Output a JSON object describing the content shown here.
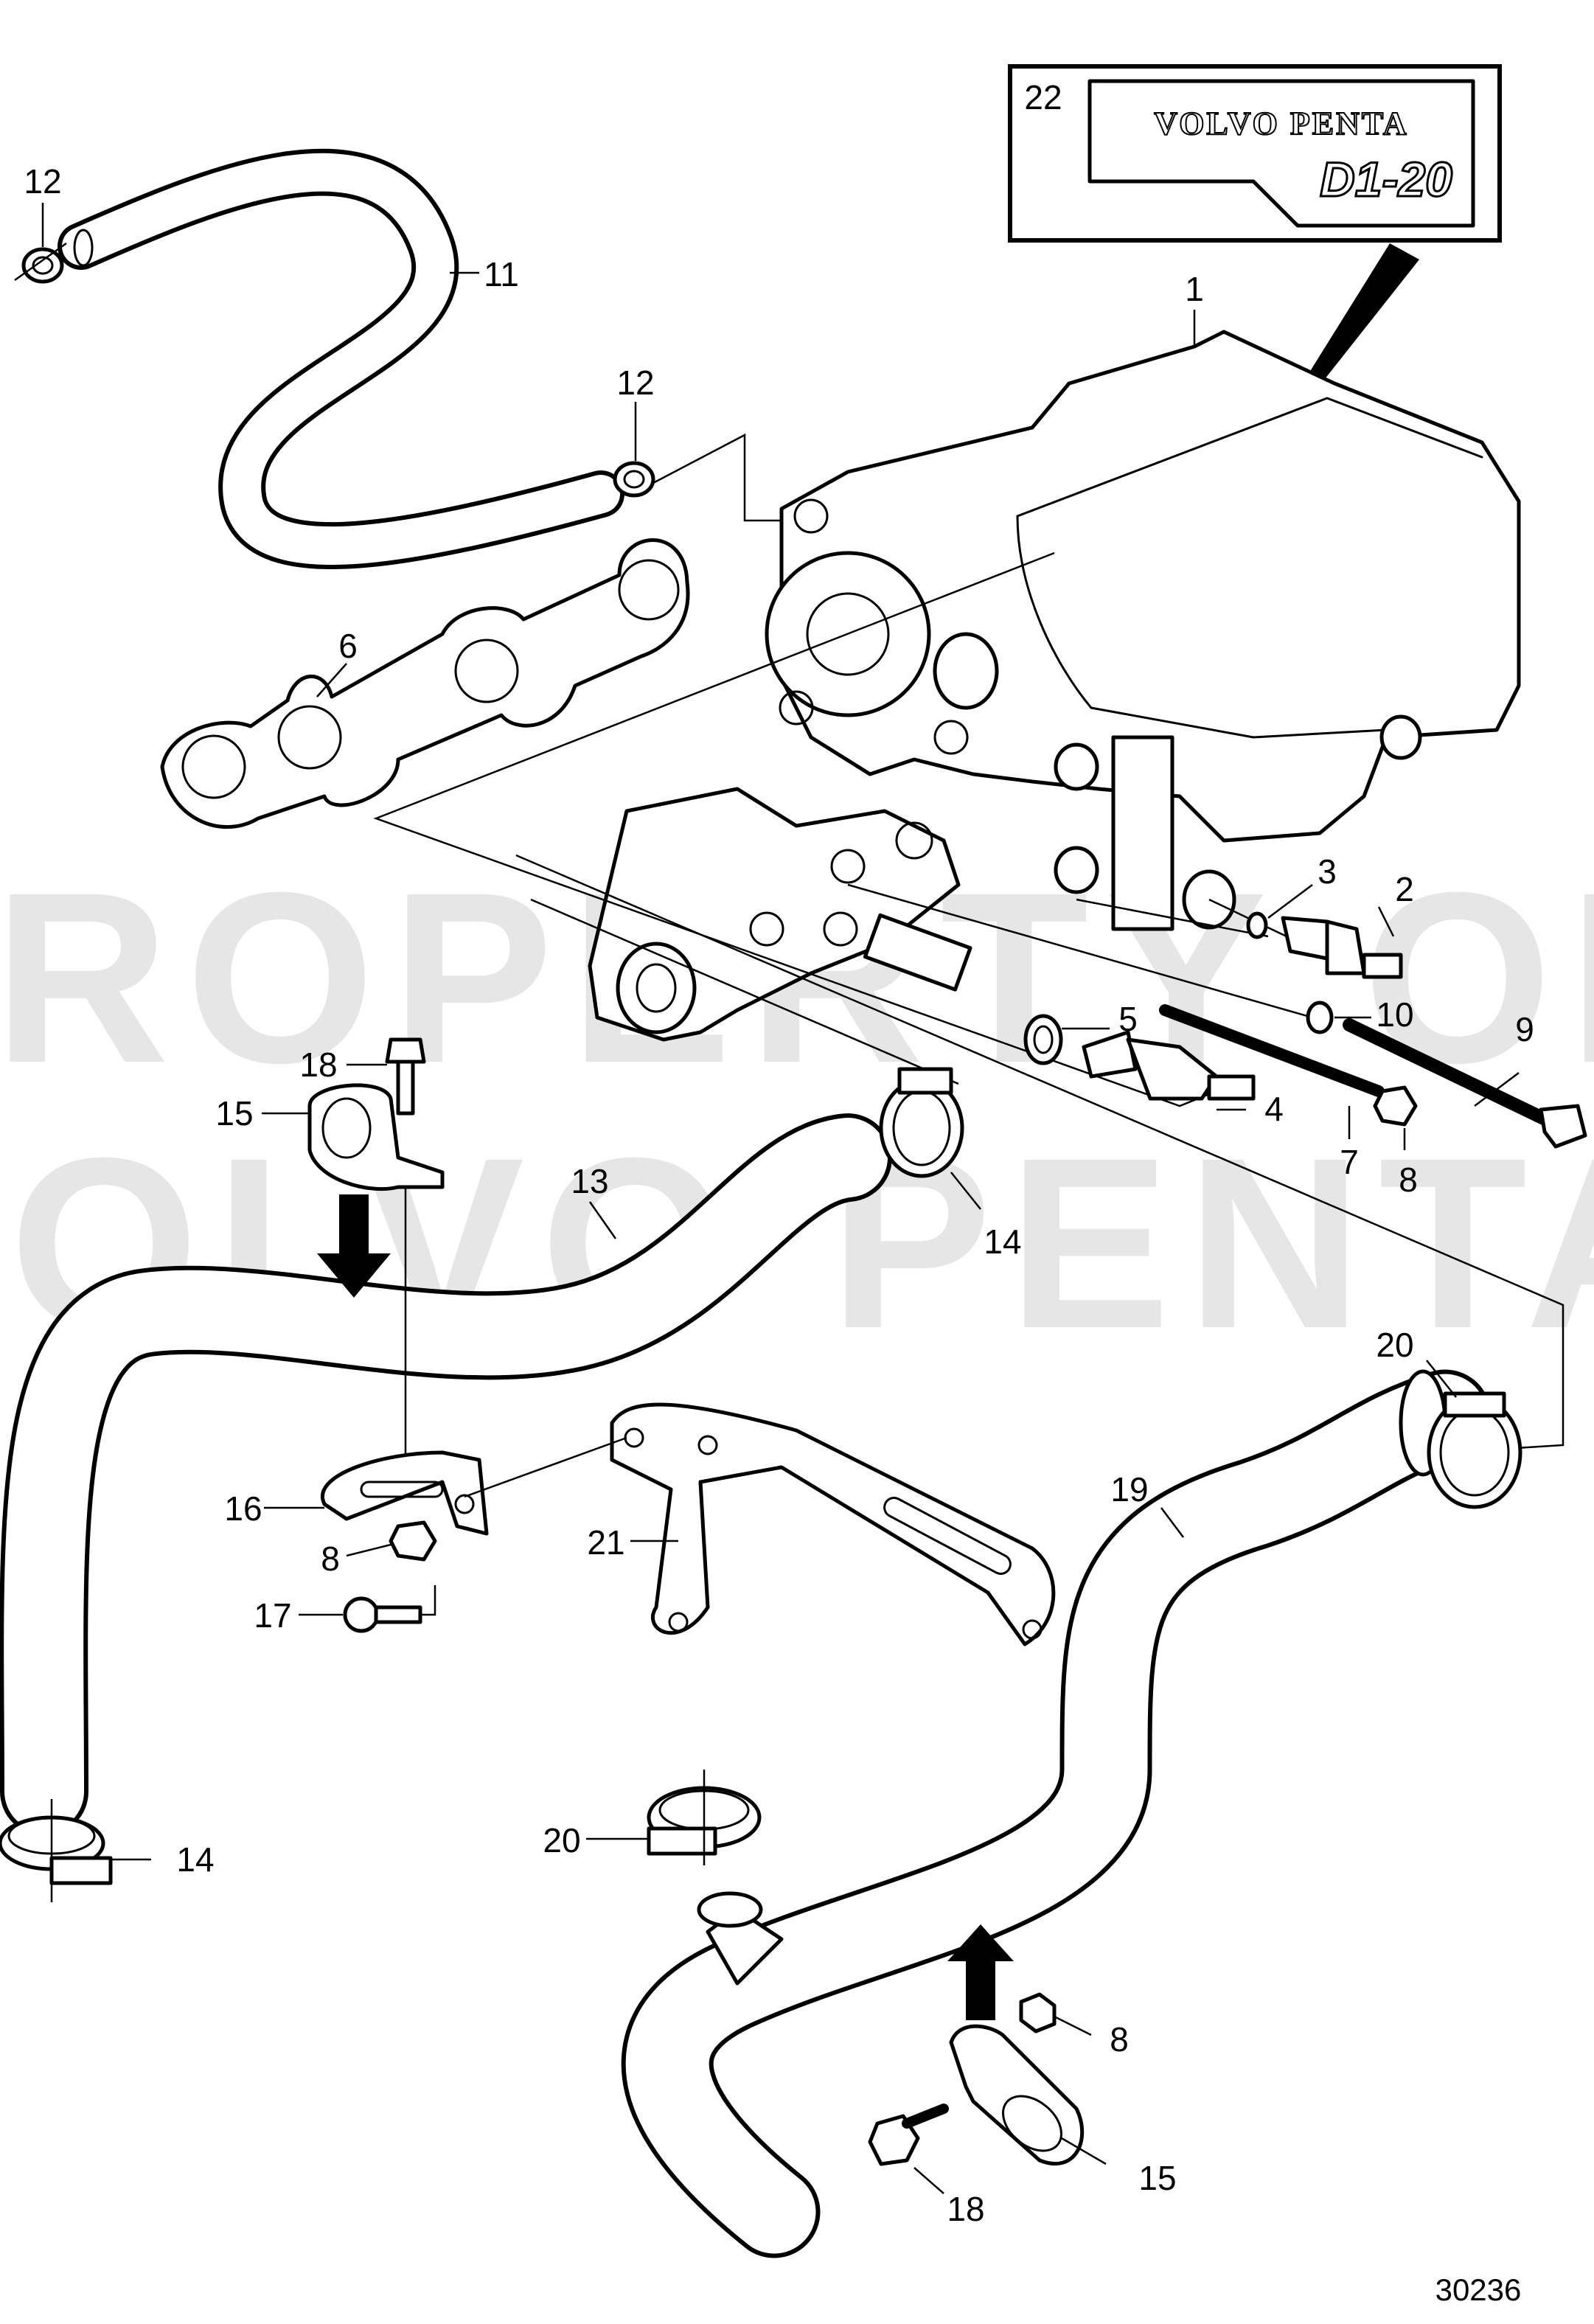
{
  "watermark": {
    "line1": "PROPERTY OF",
    "line2": "VOLVO PENTA"
  },
  "decal": {
    "brand": "VOLVO PENTA",
    "model": "D1-20"
  },
  "reference_number": "30236",
  "callouts": {
    "c1": "1",
    "c2": "2",
    "c3": "3",
    "c4": "4",
    "c5": "5",
    "c6": "6",
    "c7": "7",
    "c8a": "8",
    "c8b": "8",
    "c8c": "8",
    "c9": "9",
    "c10": "10",
    "c11": "11",
    "c12a": "12",
    "c12b": "12",
    "c13": "13",
    "c14a": "14",
    "c14b": "14",
    "c15a": "15",
    "c15b": "15",
    "c16": "16",
    "c17": "17",
    "c18a": "18",
    "c18b": "18",
    "c19": "19",
    "c20a": "20",
    "c20b": "20",
    "c21": "21",
    "c22": "22"
  }
}
